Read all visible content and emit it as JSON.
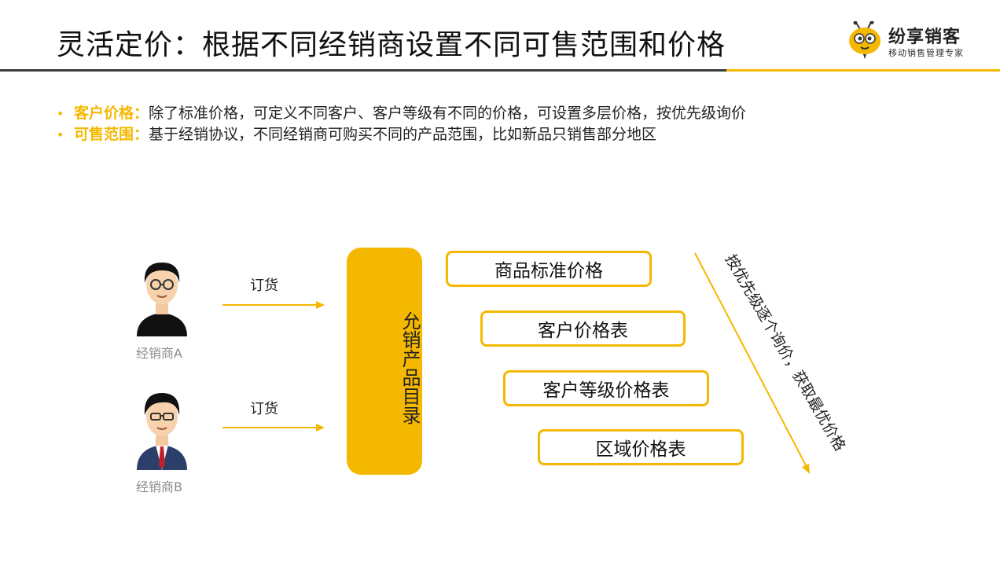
{
  "title": "灵活定价：根据不同经销商设置不同可售范围和价格",
  "logo": {
    "brand": "纷享销客",
    "slogan": "移动销售管理专家",
    "icon": "bee-mascot-icon"
  },
  "colors": {
    "accent": "#f5b800",
    "rule": "#3a3a3a",
    "muted": "#8c8c8c"
  },
  "bullets": [
    {
      "key": "客户价格：",
      "text": "除了标准价格，可定义不同客户、客户等级有不同的价格，可设置多层价格，按优先级询价"
    },
    {
      "key": "可售范围：",
      "text": "基于经销协议，不同经销商可购买不同的产品范围，比如新品只销售部分地区"
    }
  ],
  "dealers": [
    {
      "label": "经销商A",
      "order_label": "订货",
      "icon": "person-glasses-icon"
    },
    {
      "label": "经销商B",
      "order_label": "订货",
      "icon": "person-suit-icon"
    }
  ],
  "catalog_label": "允销产品目录",
  "price_boxes": [
    "商品标准价格",
    "客户价格表",
    "客户等级价格表",
    "区域价格表"
  ],
  "priority_text": "按优先级逐个询价，获取最优价格"
}
